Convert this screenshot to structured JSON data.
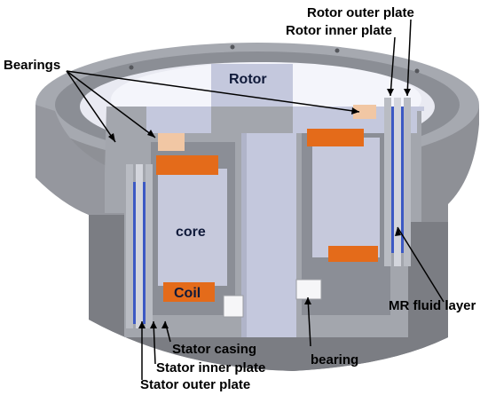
{
  "labels": {
    "rotor_outer_plate": "Rotor outer plate",
    "rotor_inner_plate": "Rotor inner plate",
    "bearings": "Bearings",
    "rotor": "Rotor",
    "core": "core",
    "coil": "Coil",
    "mr_fluid_layer": "MR fluid layer",
    "stator_casing": "Stator casing",
    "stator_inner_plate": "Stator inner plate",
    "stator_outer_plate": "Stator outer plate",
    "bearing": "bearing"
  },
  "colors": {
    "casing_dark": "#7d7f85",
    "casing_light": "#b9bcc2",
    "rotor_face": "#c3c7dc",
    "rotor_top": "#e7e9f5",
    "coil": "#e46b1a",
    "plate_blue": "#3c59c4",
    "cavity": "#f3f3f5"
  }
}
